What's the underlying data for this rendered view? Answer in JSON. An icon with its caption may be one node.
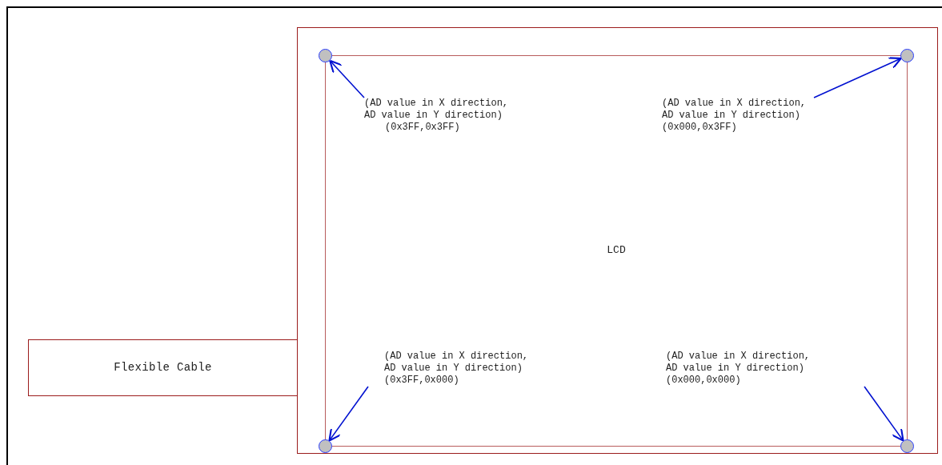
{
  "diagram": {
    "nodes": [
      {
        "text": [],
        "shape": "box"
      },
      {
        "text": [
          "LCD"
        ],
        "in": 0
      },
      {
        "text": [],
        "shape": "circle",
        "in": 0
      },
      {
        "text": [],
        "shape": "circle",
        "in": 0
      },
      {
        "text": [],
        "shape": "circle",
        "in": 0
      },
      {
        "text": [],
        "shape": "circle",
        "in": 0
      },
      {
        "text": [
          "(AD value in X direction, AD value in Y direction)",
          "(0x3FF,0x3FF)"
        ],
        "in": 1
      },
      {
        "text": [
          "(AD value in X direction, AD value in Y direction)",
          "(0x000,0x3FF)"
        ],
        "in": 1
      },
      {
        "text": [
          "(AD value in X direction, AD value in Y direction)",
          "(0x3FF,0x000)"
        ],
        "in": 1
      },
      {
        "text": [
          "(AD value in X direction, AD value in Y direction)",
          "(0x000,0x000)"
        ],
        "in": 1
      },
      {
        "text": [
          "Flexible Cable"
        ]
      }
    ],
    "edges": [
      {
        "from": 6,
        "to": 2,
        "arrow": "to"
      },
      {
        "from": 7,
        "to": 3,
        "arrow": "to"
      },
      {
        "from": 8,
        "to": 4,
        "arrow": "to"
      },
      {
        "from": 9,
        "to": 5,
        "arrow": "to"
      }
    ]
  }
}
